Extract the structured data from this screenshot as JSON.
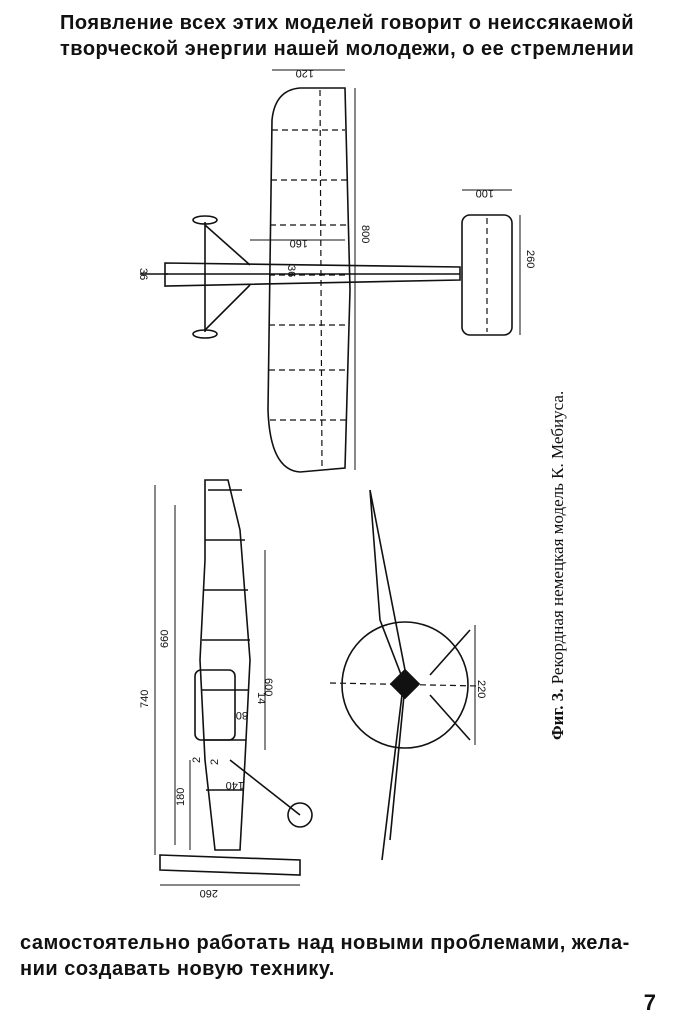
{
  "top_paragraph": {
    "line1": "Появление всех этих моделей говорит о неиссякаемой",
    "line2": "творческой энергии нашей молодежи, о ее стремлении"
  },
  "figure": {
    "caption_lead": "Фиг. 3.",
    "caption_rest": " Рекордная немецкая модель К. Мебиуса.",
    "dimensions": {
      "wing_chord_top": "120",
      "wingspan": "800",
      "fuselage_width": "160",
      "fuselage_inner": "36",
      "nose_width": "36",
      "stab_chord": "100",
      "stab_span": "260",
      "total_height": "740",
      "fuselage_len": "660",
      "rudder_len": "600",
      "strut": "14",
      "mid": "80",
      "small_a": "2",
      "small_b": "2",
      "offset": "140",
      "gear_height": "180",
      "base_width": "260",
      "prop_dia": "220"
    }
  },
  "bottom_paragraph": {
    "line1": "самостоятельно работать над новыми проблемами, жела-",
    "line2": "нии создавать новую технику."
  },
  "page_number": "7"
}
